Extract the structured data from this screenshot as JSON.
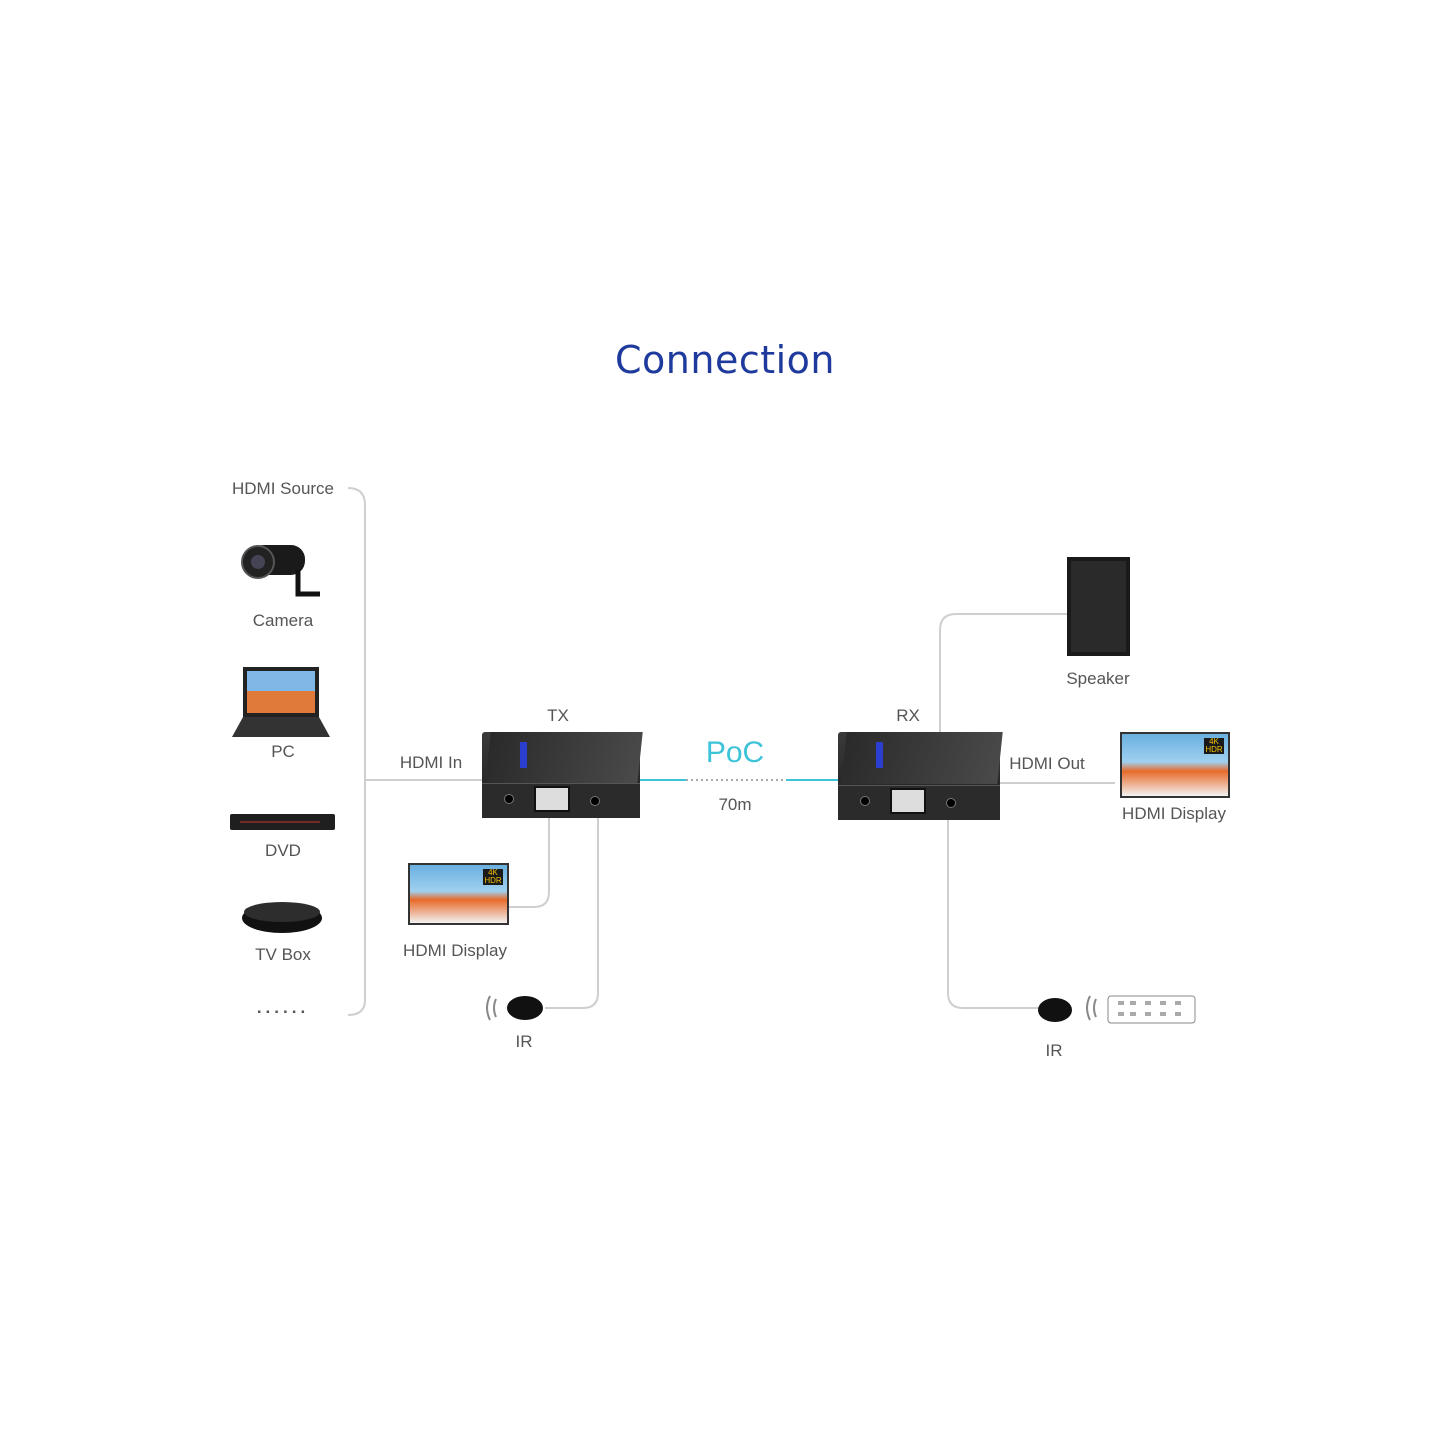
{
  "title": "Connection",
  "source": {
    "heading": "HDMI Source",
    "items": [
      "Camera",
      "PC",
      "DVD",
      "TV Box"
    ],
    "more": "......"
  },
  "tx": {
    "label": "TX",
    "input": "HDMI In",
    "display": "HDMI Display",
    "ir": "IR"
  },
  "link": {
    "type": "PoC",
    "distance": "70m"
  },
  "rx": {
    "label": "RX",
    "output": "HDMI Out",
    "display": "HDMI Display",
    "speaker": "Speaker",
    "ir": "IR"
  },
  "colors": {
    "title": "#1e3a9c",
    "poc": "#3cc3d8",
    "lines": "#cfcfcf"
  }
}
